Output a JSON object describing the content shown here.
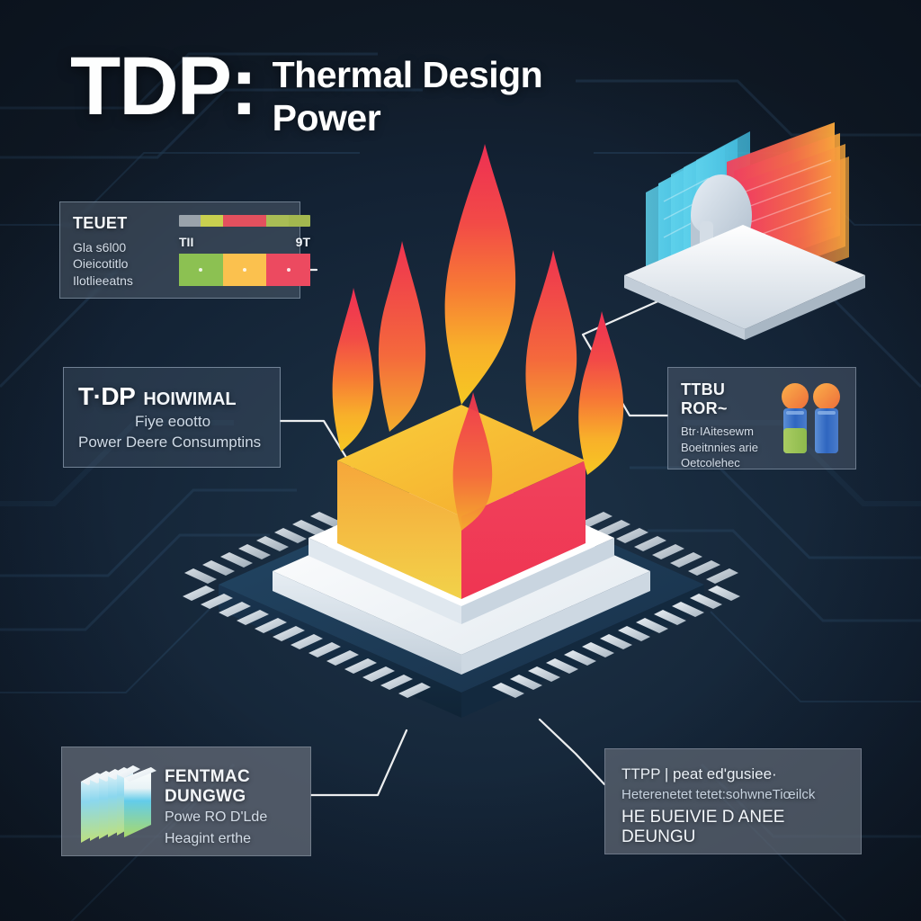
{
  "title": {
    "main": "TDP:",
    "sub_line1": "Thermal Design",
    "sub_line2": "Power"
  },
  "colors": {
    "background_dark": "#131a24",
    "background_mid": "#17293c",
    "flame_tip": "#f0354f",
    "flame_mid": "#f77039",
    "flame_base": "#f5c228",
    "chip_body": "#1d3a55",
    "chip_lid": "#f2f5f8",
    "pin_silver": "#c9d2da",
    "cool_cyan": "#4cc9e8",
    "hot_pink": "#ef3a5d",
    "hot_orange": "#f9a13a",
    "swatch_green": "#8cc152",
    "swatch_amber": "#fbc14e",
    "swatch_red": "#ec4a60",
    "panel_border": "#b0c0d4"
  },
  "panels": {
    "top_left": {
      "heading": "TEUET",
      "lines": [
        "Gla s6l00",
        "Oieicotitlo",
        "Ilotlieeatns"
      ],
      "segment_bar": [
        "#9aa3ab",
        "#c8cf4f",
        "#e3505e",
        "#e3505e",
        "#a9bd55",
        "#a3b84f"
      ],
      "swatch_labels": [
        "TII",
        "9T"
      ],
      "swatches": [
        "#8cc152",
        "#fbc14e",
        "#ec4a60"
      ]
    },
    "middle_left": {
      "heading_accent": "T·DP",
      "heading": "HOIWIMAL",
      "line1": "Fiye eootto",
      "line2": "Power Deere Consumptins"
    },
    "middle_right": {
      "heading": "TTBU ROR~",
      "lines": [
        "Btr·IAitesewm",
        "Boeitnnies arie",
        "Oetcolehec"
      ],
      "icon": "battery-pair-icon"
    },
    "bottom_left": {
      "heading_line1": "FENTMAC",
      "heading_line2": "DUNGWG",
      "line1": "Powe RO D'Lde",
      "line2": "Heagint erthe",
      "icon": "heatsink-fins-icon"
    },
    "bottom_right": {
      "line1": "TTPP | peat ed'gusiee·",
      "line2": "Heterenetet tetet:sohwneTiœilck",
      "line3": "HE БUEIVIE D ANEE DEUNGU"
    }
  },
  "graphics": {
    "center": "cpu-chip-with-flame",
    "top_right": "cpu-cooler-heatsink-fan",
    "flame_label": "heat-flame",
    "chip_label": "processor-die"
  }
}
